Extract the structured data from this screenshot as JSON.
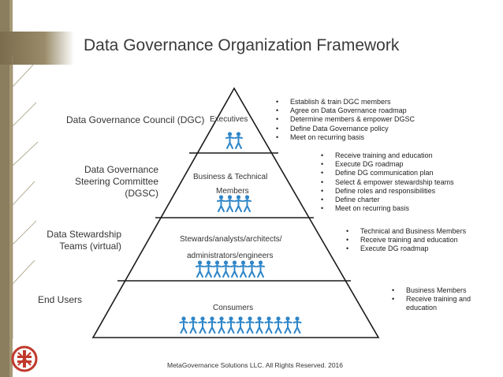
{
  "title": "Data Governance Organization Framework",
  "levels": [
    {
      "label": "Data Governance Council (DGC)",
      "tier_label": "Executives",
      "people": 2
    },
    {
      "label_lines": [
        "Data Governance",
        "Steering Committee",
        "(DGSC)"
      ],
      "tier_label_lines": [
        "Business & Technical",
        "Members"
      ],
      "people": 4
    },
    {
      "label_lines": [
        "Data Stewardship",
        "Teams (virtual)"
      ],
      "tier_label_lines": [
        "Stewards/analysts/architects/",
        "administrators/engineers"
      ],
      "people": 8
    },
    {
      "label": "End Users",
      "tier_label": "Consumers",
      "people": 13
    }
  ],
  "bullets": [
    [
      "Establish & train DGC members",
      "Agree on Data Governance roadmap",
      "Determine members & empower DGSC",
      "Define Data Governance policy",
      "Meet on recurring basis"
    ],
    [
      "Receive training and education",
      "Execute DG roadmap",
      "Define DG communication plan",
      "Select & empower stewardship teams",
      "Define roles and responsibilities",
      "Define charter",
      "Meet on recurring basis"
    ],
    [
      "Technical and Business Members",
      "Receive training and education",
      "Execute DG roadmap"
    ],
    [
      "Business Members",
      "Receive training and education"
    ]
  ],
  "footer": "MetaGovernance Solutions LLC. All Rights Reserved. 2016",
  "colors": {
    "person": "#2f86c8",
    "pyramid_outline": "#1a1a1a",
    "sidebar": "#8b7e5f"
  }
}
